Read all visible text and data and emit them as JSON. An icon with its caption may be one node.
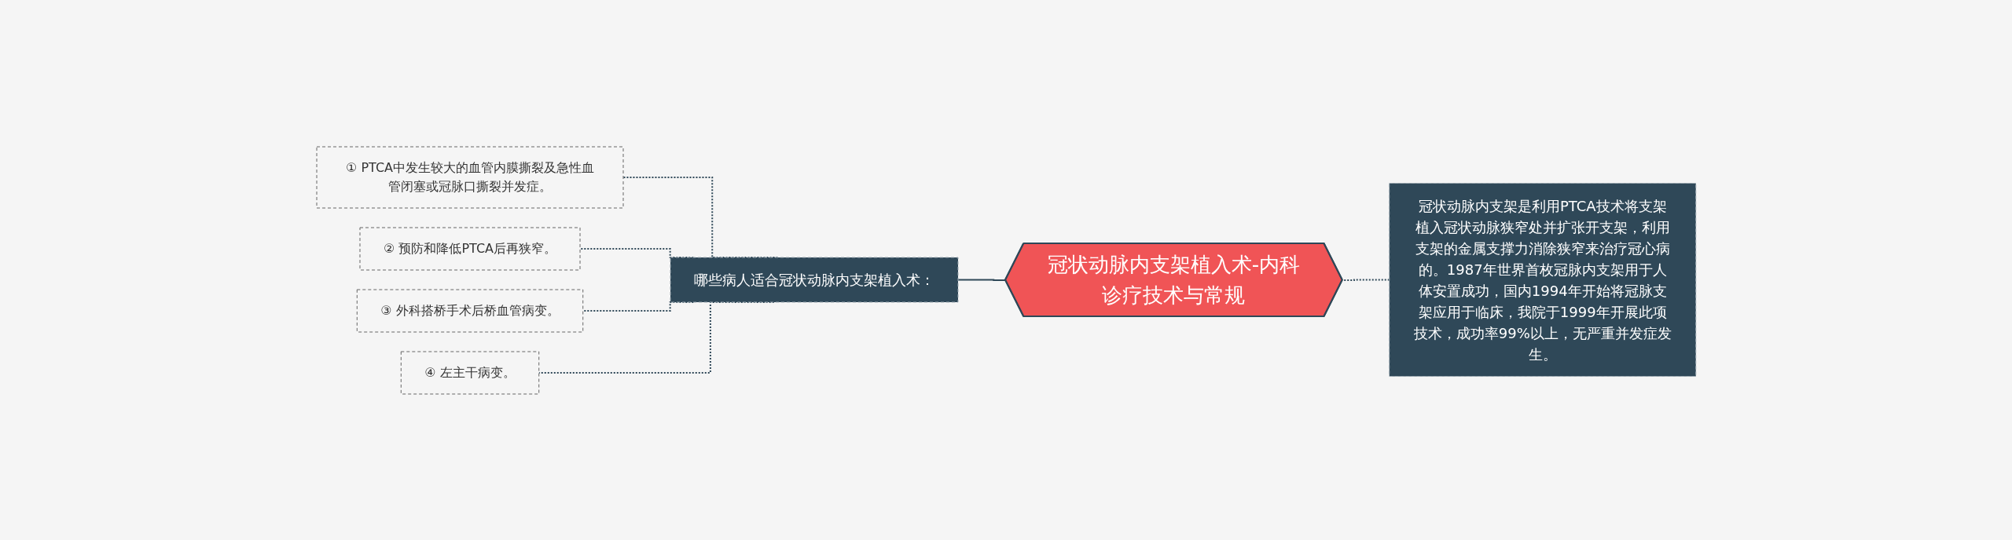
{
  "diagram": {
    "nodes": [
      {
        "text": [
          "冠状动脉内支架植入术-内科诊疗技术与常规"
        ]
      },
      {
        "text": [
          "冠状动脉内支架是利用PTCA技术将支架植入冠状动脉狭窄处并扩张开支架，利用支架的金属支撑力消除狭窄来治疗冠心病的。1987年世界首枚冠脉内支架用于人体安置成功，国内1994年开始将冠脉支架应用于临床，我院于1999年开展此项技术，成功率99%以上，无严重并发症发生。"
        ]
      },
      {
        "text": [
          "哪些病人适合冠状动脉内支架植入术："
        ]
      },
      {
        "text": [
          "① PTCA中发生较大的血管内膜撕裂及急性血管闭塞或冠脉口撕裂并发症。"
        ]
      },
      {
        "text": [
          "② 预防和降低PTCA后再狭窄。"
        ]
      },
      {
        "text": [
          "③ 外科搭桥手术后桥血管病变。"
        ]
      },
      {
        "text": [
          "④ 左主干病变。"
        ]
      }
    ],
    "edges": [
      {
        "from": 0,
        "to": 1,
        "arrow": "none",
        "style": "dashed"
      },
      {
        "from": 0,
        "to": 2,
        "arrow": "none"
      },
      {
        "from": 2,
        "to": 3,
        "arrow": "none",
        "style": "dashed"
      },
      {
        "from": 2,
        "to": 4,
        "arrow": "none",
        "style": "dashed"
      },
      {
        "from": 2,
        "to": 5,
        "arrow": "none",
        "style": "dashed"
      },
      {
        "from": 2,
        "to": 6,
        "arrow": "none",
        "style": "dashed"
      }
    ]
  }
}
